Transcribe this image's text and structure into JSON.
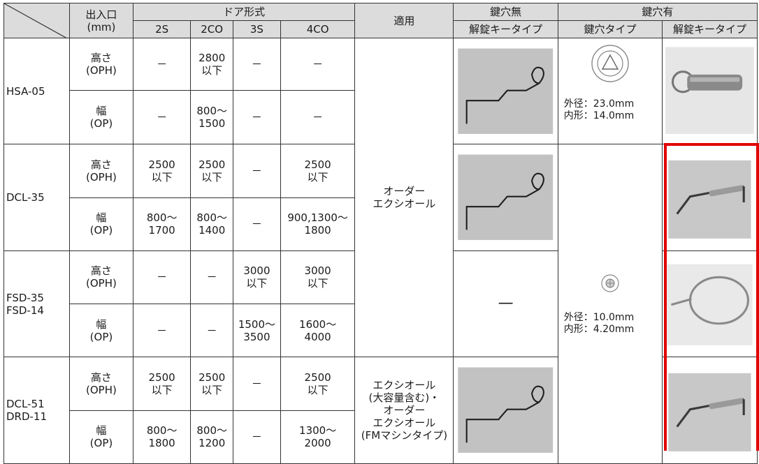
{
  "header": {
    "corner": "",
    "inout_label": "出入口\n(mm)",
    "door_type": "ドア形式",
    "door_cols": [
      "2S",
      "2CO",
      "3S",
      "4CO"
    ],
    "apply": "適用",
    "no_keyhole": "鍵穴無",
    "no_keyhole_key": "解錠キータイプ",
    "with_keyhole": "鍵穴有",
    "keyhole_type": "鍵穴タイプ",
    "with_keyhole_key": "解錠キータイプ"
  },
  "params": {
    "height": "高さ\n(OPH)",
    "width": "幅\n(OP)"
  },
  "models": [
    {
      "name": "HSA-05",
      "height": [
        "－",
        "2800\n以下",
        "－",
        "－"
      ],
      "width": [
        "－",
        "800～\n1500",
        "－",
        "－"
      ]
    },
    {
      "name": "DCL-35",
      "height": [
        "2500\n以下",
        "2500\n以下",
        "－",
        "2500\n以下"
      ],
      "width": [
        "800～\n1700",
        "800～\n1400",
        "－",
        "900,1300～\n1800"
      ]
    },
    {
      "name": "FSD-35\nFSD-14",
      "height": [
        "－",
        "－",
        "3000\n以下",
        "3000\n以下"
      ],
      "width": [
        "－",
        "－",
        "1500～\n3500",
        "1600～\n4000"
      ]
    },
    {
      "name": "DCL-51\nDRD-11",
      "height": [
        "2500\n以下",
        "2500\n以下",
        "－",
        "2500\n以下"
      ],
      "width": [
        "800～\n1800",
        "800～\n1200",
        "－",
        "1300～\n2000"
      ]
    }
  ],
  "apply": {
    "group1": "オーダー\nエクシオール",
    "group2": "エクシオール\n(大容量含む)・\nオーダー\nエクシオール\n(FMマシンタイプ)"
  },
  "no_keyhole_fsd": "—",
  "keyhole_specs": {
    "hsa": "外径：23.0mm\n内形：14.0mm",
    "others": "外径：10.0mm\n内形：4.20mm"
  },
  "colors": {
    "header_bg": "#dcdcdc",
    "highlight": "#e20000",
    "border": "#333333"
  }
}
